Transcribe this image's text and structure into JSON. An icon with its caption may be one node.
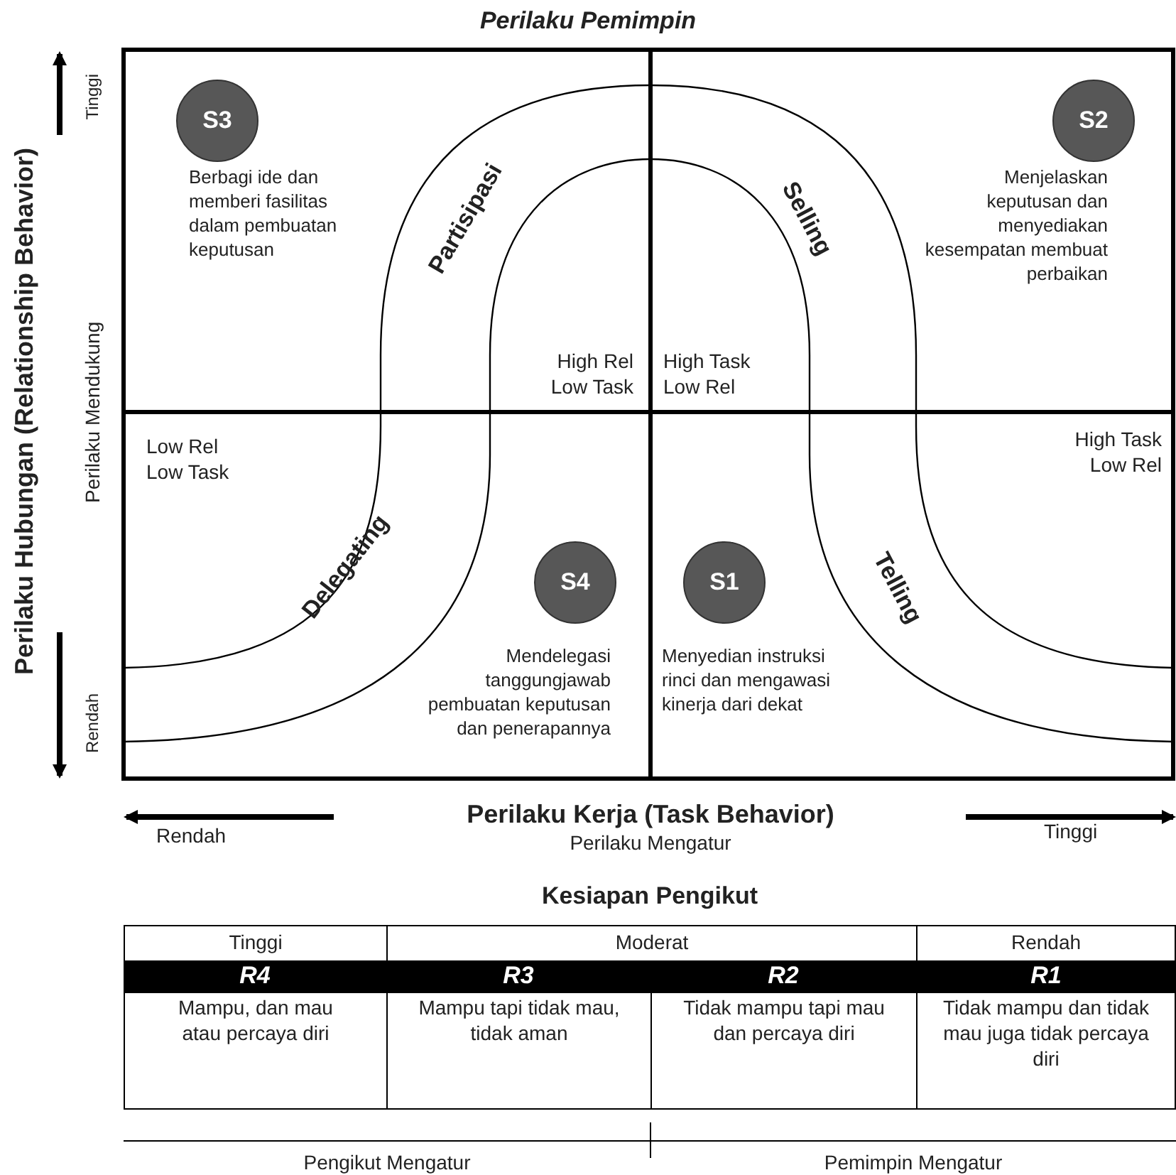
{
  "diagram": {
    "title": "Perilaku Pemimpin",
    "nodes": [
      {
        "text": [
          "S3"
        ],
        "beside": [
          "Berbagi ide dan memberi fasilitas dalam pembuatan keputusan"
        ]
      },
      {
        "text": [
          "S2"
        ],
        "beside": [
          "Menjelaskan keputusan dan menyediakan kesempatan membuat perbaikan"
        ]
      },
      {
        "text": [
          "S4"
        ],
        "beside": [
          "Mendelegasi tanggungjawab pembuatan keputusan dan penerapannya"
        ]
      },
      {
        "text": [
          "S1"
        ],
        "beside": [
          "Menyedian instruksi rinci dan mengawasi kinerja dari dekat"
        ]
      }
    ],
    "labels": [
      "Perilaku Hubungan (Relationship Behavior)",
      "Tinggi",
      "Perilaku Mendukung",
      "Rendah",
      "Partisipasi",
      "Selling",
      "High Rel Low Task",
      "High Task Low Rel",
      "Low Rel Low Task",
      "High Task Low Rel",
      "Delegating",
      "Telling",
      "Rendah",
      "Perilaku Kerja (Task Behavior)",
      "Tinggi",
      "Perilaku Mengatur",
      "Kesiapan Pengikut",
      "Tinggi",
      "Moderat",
      "Rendah",
      "R4",
      "R3",
      "R2",
      "R1",
      "Mampu, dan mau atau percaya diri",
      "Mampu tapi tidak mau, tidak aman",
      "Tidak mampu tapi mau dan percaya diri",
      "Tidak mampu dan tidak mau juga tidak percaya diri",
      "Pengikut Mengatur",
      "Pemimpin Mengatur"
    ]
  }
}
